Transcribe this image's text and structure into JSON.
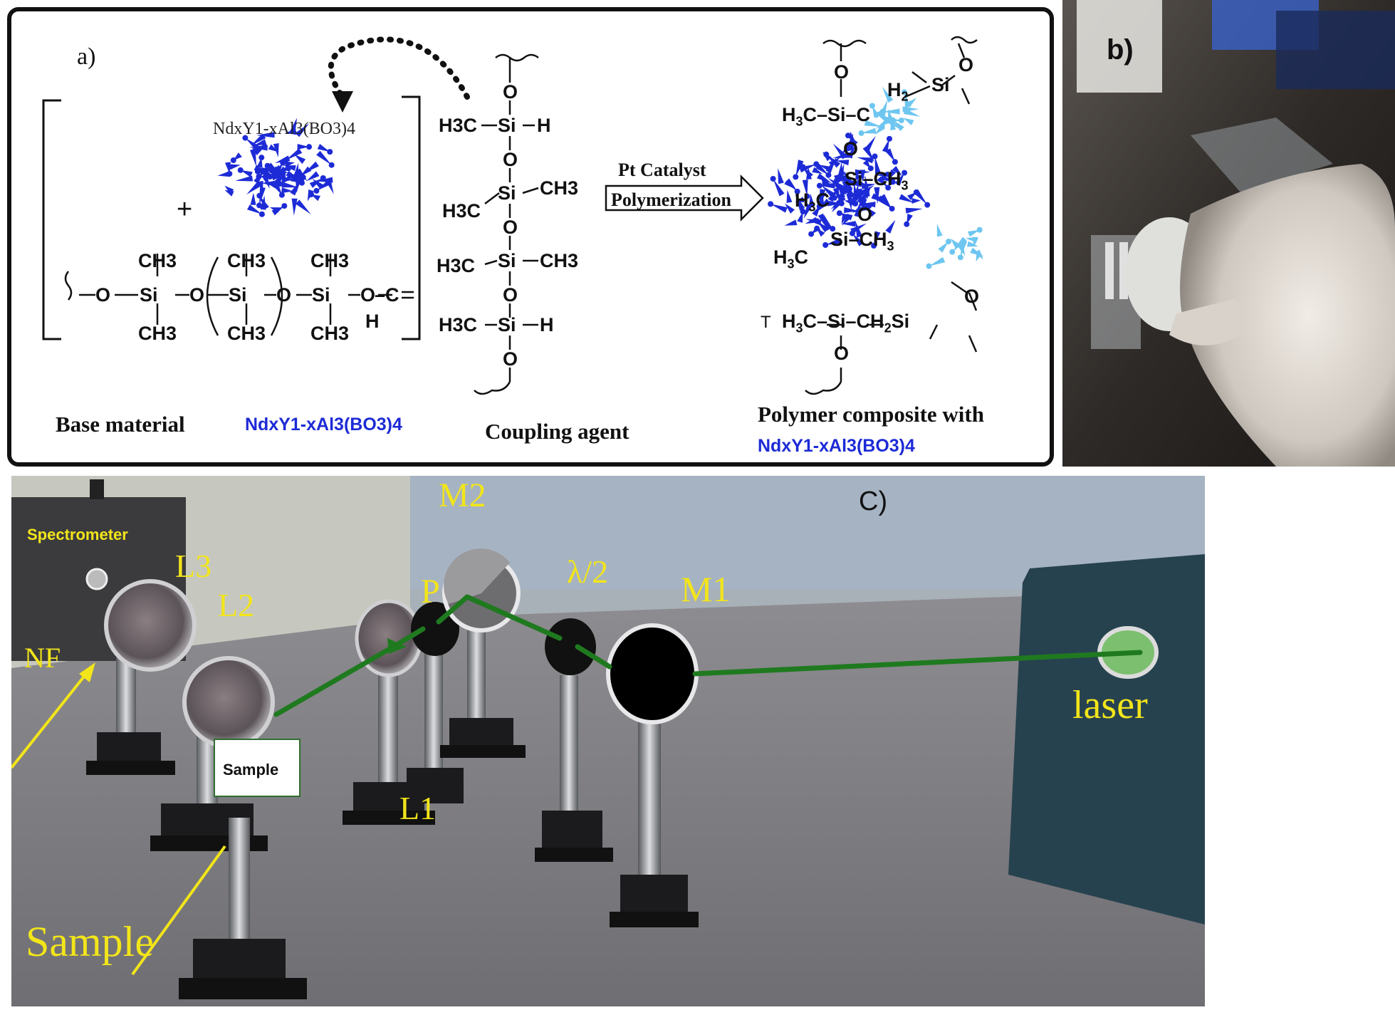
{
  "panel_a": {
    "label": "a)",
    "reactant_particle_label": "NdxY1-xAl3(BO3)4",
    "base_chain": [
      "CH3",
      "CH3",
      "CH3",
      "CH3",
      "CH3",
      "CH3",
      "H"
    ],
    "coupling_groups": [
      "H3C",
      "Si",
      "H",
      "CH3"
    ],
    "arrow_top": "Pt Catalyst",
    "arrow_bottom": "Polymerization",
    "caption_base": "Base material",
    "caption_base_formula": "NdxY1-xAl3(BO3)4",
    "caption_coupling": "Coupling agent",
    "caption_composite_1": "Polymer composite with",
    "caption_composite_2": "NdxY1-xAl3(BO3)4"
  },
  "panel_b": {
    "label": "b)"
  },
  "panel_c": {
    "label": "C)",
    "spectrometer": "Spectrometer",
    "nf": "NF",
    "l3": "L3",
    "l2": "L2",
    "l1": "L1",
    "p": "P",
    "m2": "M2",
    "m1": "M1",
    "half_wave": "λ/2",
    "laser": "laser",
    "sample_box": "Sample",
    "sample": "Sample"
  },
  "colors": {
    "beam": "#1f7a1f",
    "label": "#f2e51a",
    "particle": "#1d2bd6",
    "light_particle": "#6ec6f0"
  }
}
